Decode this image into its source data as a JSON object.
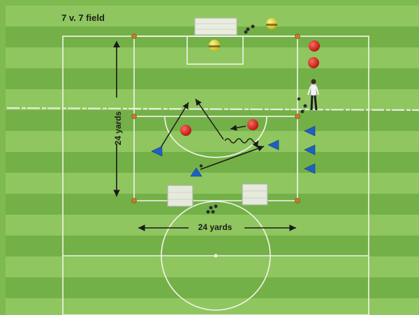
{
  "diagram": {
    "title": "7 v. 7 field",
    "vertical_dimension": "24 yards",
    "horizontal_dimension": "24 yards"
  },
  "colors": {
    "grass_light": "#8cc35c",
    "grass_dark": "#6fae45",
    "line": "#f4f8ee",
    "red_player": "#d8201c",
    "blue_player": "#1f5fc4",
    "yellow_player": "#e6d21a",
    "cone": "#c9782d",
    "arrow": "#1a1a1a"
  }
}
